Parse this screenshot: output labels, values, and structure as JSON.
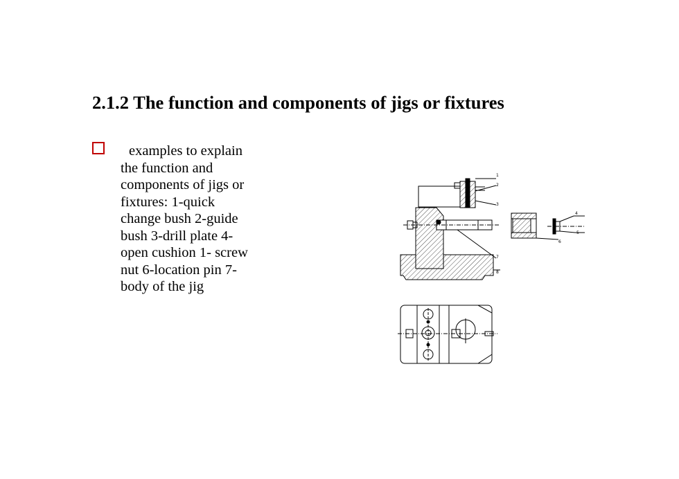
{
  "slide": {
    "title": "2.1.2 The function and components of jigs or fixtures",
    "body_lines": [
      "examples to explain",
      "the function and",
      "components of jigs or",
      "fixtures:  1-quick",
      "change bush  2-guide",
      "bush  3-drill plate  4-",
      "open cushion  1- screw",
      "nut   6-location pin   7-",
      "body of the jig"
    ],
    "bullet_color": "#c00000"
  },
  "drawing": {
    "callouts": [
      "1",
      "2",
      "3",
      "4",
      "5",
      "6",
      "7",
      "8"
    ]
  }
}
